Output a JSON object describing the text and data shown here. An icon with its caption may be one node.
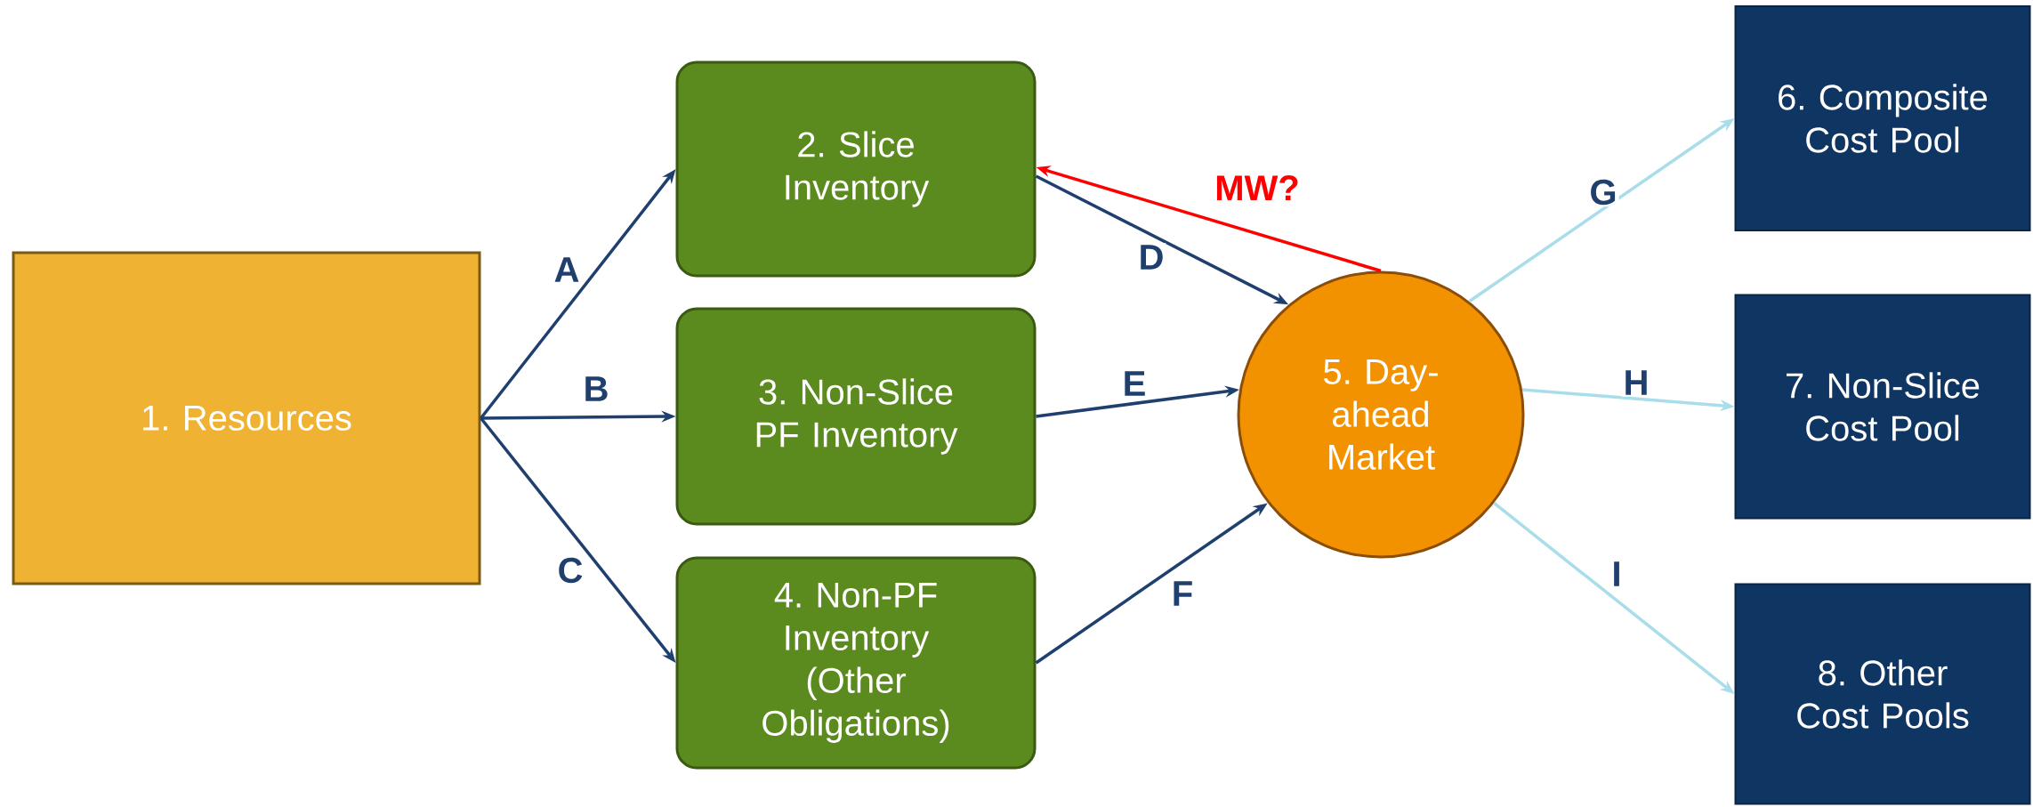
{
  "diagram": {
    "nodes": [
      {
        "text": [
          "1. Resources"
        ]
      },
      {
        "text": [
          "2. Slice Inventory"
        ]
      },
      {
        "text": [
          "3. Non-Slice PF Inventory"
        ]
      },
      {
        "text": [
          "4. Non-PF Inventory (Other Obligations)"
        ]
      },
      {
        "text": [
          "5. Day-ahead Market"
        ]
      },
      {
        "text": [
          "6. Composite Cost Pool"
        ]
      },
      {
        "text": [
          "7. Non-Slice Cost Pool"
        ]
      },
      {
        "text": [
          "8. Other Cost Pools"
        ]
      }
    ],
    "edges": [
      {
        "from": 0,
        "to": 1,
        "arrow": "to",
        "label": "A"
      },
      {
        "from": 0,
        "to": 2,
        "arrow": "to",
        "label": "B"
      },
      {
        "from": 0,
        "to": 3,
        "arrow": "to",
        "label": "C"
      },
      {
        "from": 1,
        "to": 4,
        "arrow": "to",
        "label": "D"
      },
      {
        "from": 4,
        "to": 1,
        "arrow": "to",
        "label": "MW?",
        "color": "#ff0000"
      },
      {
        "from": 2,
        "to": 4,
        "arrow": "to",
        "label": "E"
      },
      {
        "from": 3,
        "to": 4,
        "arrow": "to",
        "label": "F"
      },
      {
        "from": 4,
        "to": 5,
        "arrow": "to",
        "label": "G",
        "color": "#a9dde9"
      },
      {
        "from": 4,
        "to": 6,
        "arrow": "to",
        "label": "H",
        "color": "#a9dde9"
      },
      {
        "from": 4,
        "to": 7,
        "arrow": "to",
        "label": "I",
        "color": "#a9dde9"
      }
    ]
  }
}
